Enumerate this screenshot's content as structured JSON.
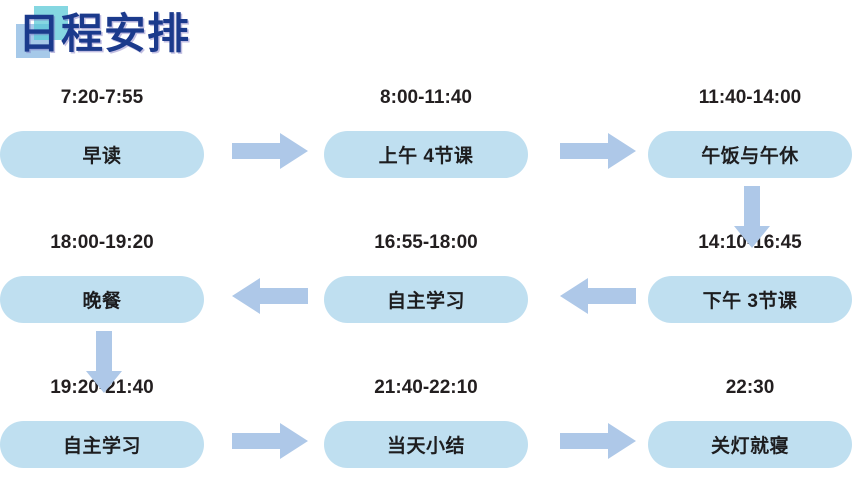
{
  "slide": {
    "title": "日程安排",
    "background_color": "#ffffff",
    "title_color": "#1b3a8c",
    "pill_color": "#bfdff0",
    "arrow_color": "#aec8e8",
    "deco_teal_color": "#56c7d6",
    "deco_blue_color": "#6fa8dc"
  },
  "schedule": {
    "rows": [
      {
        "direction": "right",
        "cells": [
          {
            "time": "7:20-7:55",
            "activity": "早读"
          },
          {
            "time": "8:00-11:40",
            "activity": "上午 4节课"
          },
          {
            "time": "11:40-14:00",
            "activity": "午饭与午休"
          }
        ]
      },
      {
        "direction": "left",
        "cells": [
          {
            "time": "18:00-19:20",
            "activity": "晚餐"
          },
          {
            "time": "16:55-18:00",
            "activity": "自主学习"
          },
          {
            "time": "14:10-16:45",
            "activity": "下午 3节课"
          }
        ]
      },
      {
        "direction": "right",
        "cells": [
          {
            "time": "19:20-21:40",
            "activity": "自主学习"
          },
          {
            "time": "21:40-22:10",
            "activity": "当天小结"
          },
          {
            "time": "22:30",
            "activity": "关灯就寝"
          }
        ]
      }
    ],
    "connectors": [
      {
        "name": "arrow-row1-col1-to-col2",
        "icon": "arrow-right-icon"
      },
      {
        "name": "arrow-row1-col2-to-col3",
        "icon": "arrow-right-icon"
      },
      {
        "name": "arrow-row1-col3-to-row2-col3",
        "icon": "arrow-down-icon"
      },
      {
        "name": "arrow-row2-col3-to-col2",
        "icon": "arrow-left-icon"
      },
      {
        "name": "arrow-row2-col2-to-col1",
        "icon": "arrow-left-icon"
      },
      {
        "name": "arrow-row2-col1-to-row3-col1",
        "icon": "arrow-down-icon"
      },
      {
        "name": "arrow-row3-col1-to-col2",
        "icon": "arrow-right-icon"
      },
      {
        "name": "arrow-row3-col2-to-col3",
        "icon": "arrow-right-icon"
      }
    ]
  }
}
